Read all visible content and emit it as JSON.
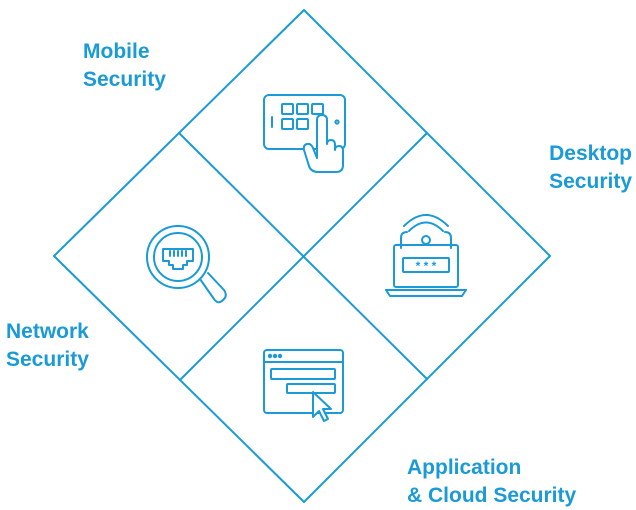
{
  "accent_color": "#1a9ad6",
  "quadrants": {
    "mobile": {
      "line1": "Mobile",
      "line2": "Security",
      "icon": "tablet-touch-icon"
    },
    "desktop": {
      "line1": "Desktop",
      "line2": "Security",
      "icon": "laptop-wifi-password-icon"
    },
    "network": {
      "line1": "Network",
      "line2": "Security",
      "icon": "ethernet-magnifier-icon"
    },
    "application": {
      "line1": "Application",
      "line2": "& Cloud Security",
      "icon": "browser-cursor-icon"
    }
  }
}
